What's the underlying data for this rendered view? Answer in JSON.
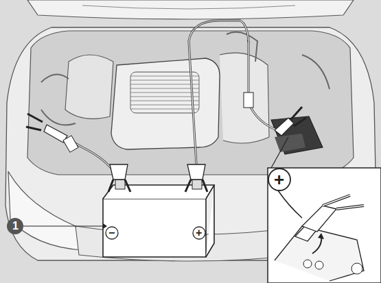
{
  "diagram": {
    "labels": [
      "1",
      "−",
      "+",
      "+"
    ]
  }
}
